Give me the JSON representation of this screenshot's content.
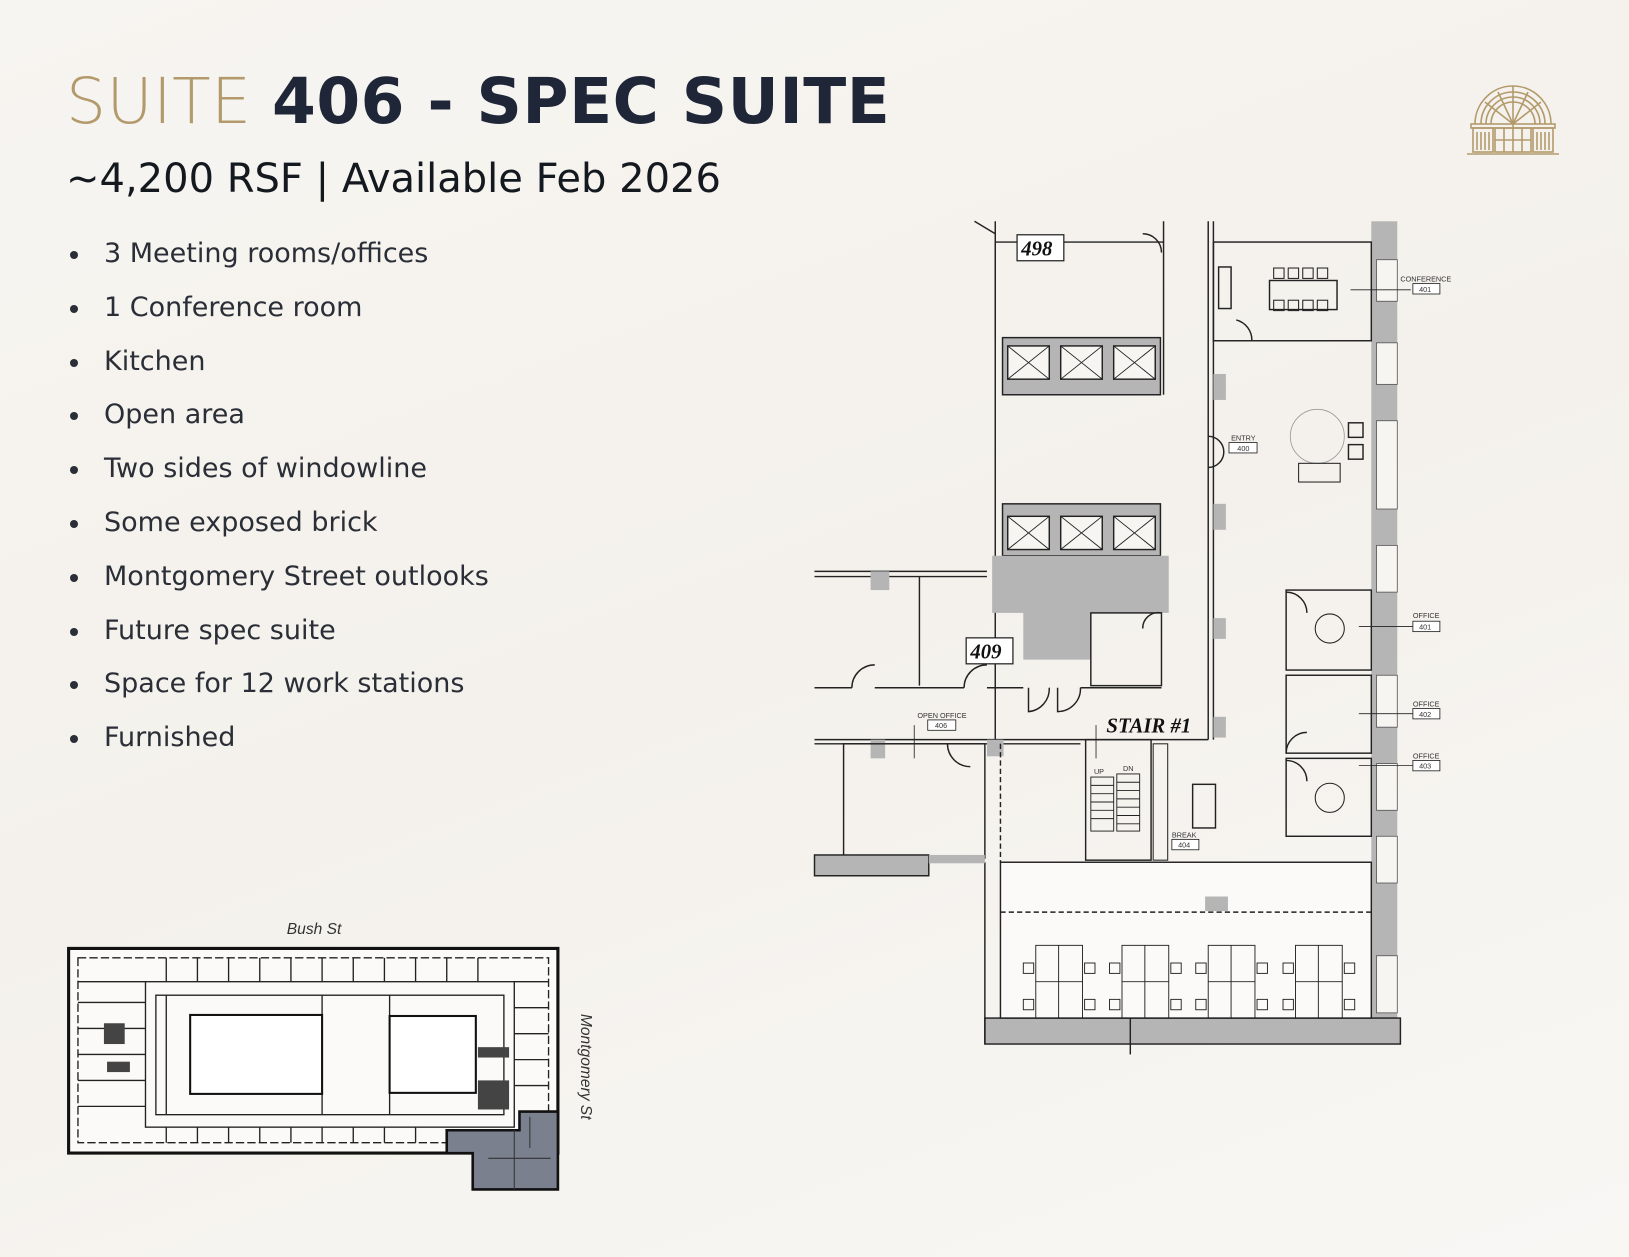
{
  "header": {
    "title_light": "SUITE",
    "title_bold": "406 - SPEC SUITE",
    "subtitle": "~4,200 RSF | Available Feb 2026"
  },
  "features": [
    "3 Meeting rooms/offices",
    "1 Conference room",
    "Kitchen",
    "Open area",
    "Two sides of windowline",
    "Some exposed brick",
    "Montgomery Street outlooks",
    "Future spec suite",
    "Space for 12 work stations",
    "Furnished"
  ],
  "floor_plan": {
    "rooms": {
      "conference": {
        "name": "CONFERENCE",
        "number": "401"
      },
      "entry": {
        "name": "ENTRY",
        "number": "400"
      },
      "office_1": {
        "name": "OFFICE",
        "number": "401"
      },
      "office_2": {
        "name": "OFFICE",
        "number": "402"
      },
      "office_3": {
        "name": "OFFICE",
        "number": "403"
      },
      "open_office": {
        "name": "OPEN OFFICE",
        "number": "406"
      },
      "break": {
        "name": "BREAK",
        "number": "404"
      }
    },
    "stair_label": "STAIR #1",
    "stair_up": "UP",
    "stair_down": "DN",
    "neighbor_suites": [
      "498",
      "409"
    ]
  },
  "key_plan": {
    "street_top": "Bush St",
    "street_right": "Montgomery St",
    "highlight_color": "#7b808e"
  },
  "colors": {
    "gold": "#b39a6c",
    "navy": "#1e2638"
  }
}
